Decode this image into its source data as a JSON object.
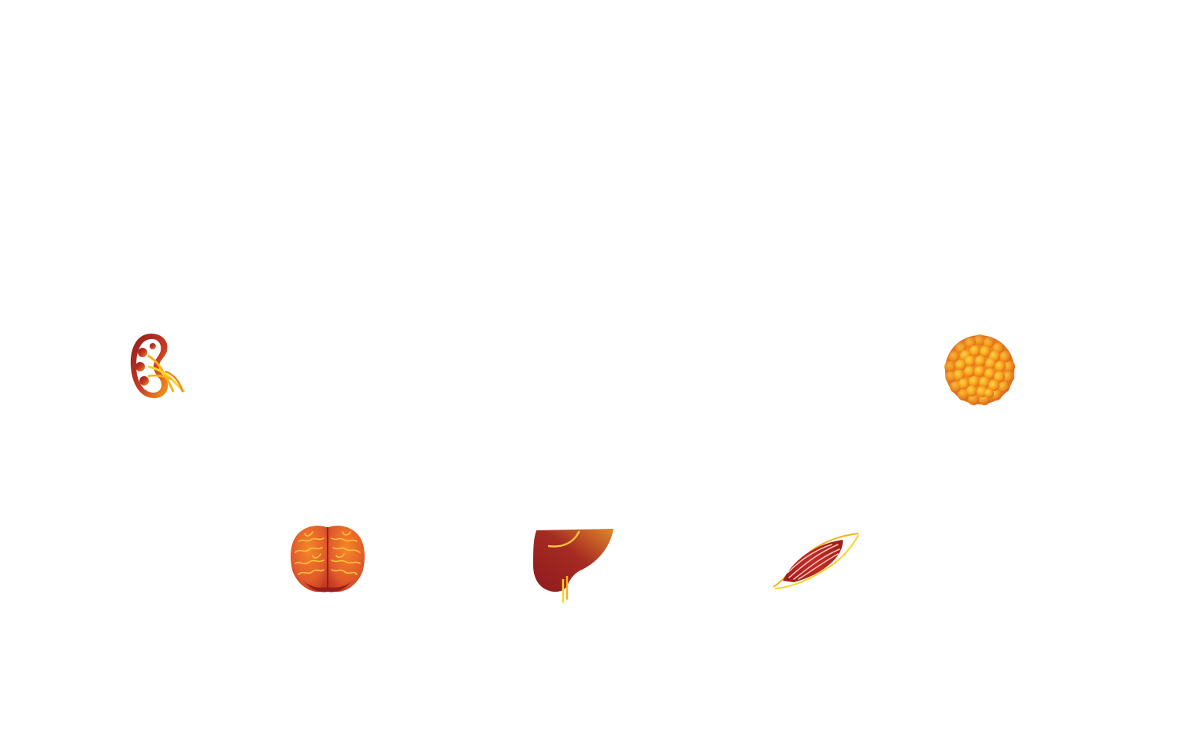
{
  "organs": [
    {
      "name": "kidney",
      "icon": "kidney-icon"
    },
    {
      "name": "adipose-tissue",
      "icon": "fat-cell-cluster-icon"
    },
    {
      "name": "brain",
      "icon": "brain-icon"
    },
    {
      "name": "liver",
      "icon": "liver-icon"
    },
    {
      "name": "muscle",
      "icon": "muscle-icon"
    }
  ],
  "colors": {
    "background": "#ffffff",
    "dark_red": "#8e1b1f",
    "crimson": "#b7282e",
    "orange": "#f08a1d",
    "amber": "#f6b11c",
    "yellow": "#f9d423"
  }
}
